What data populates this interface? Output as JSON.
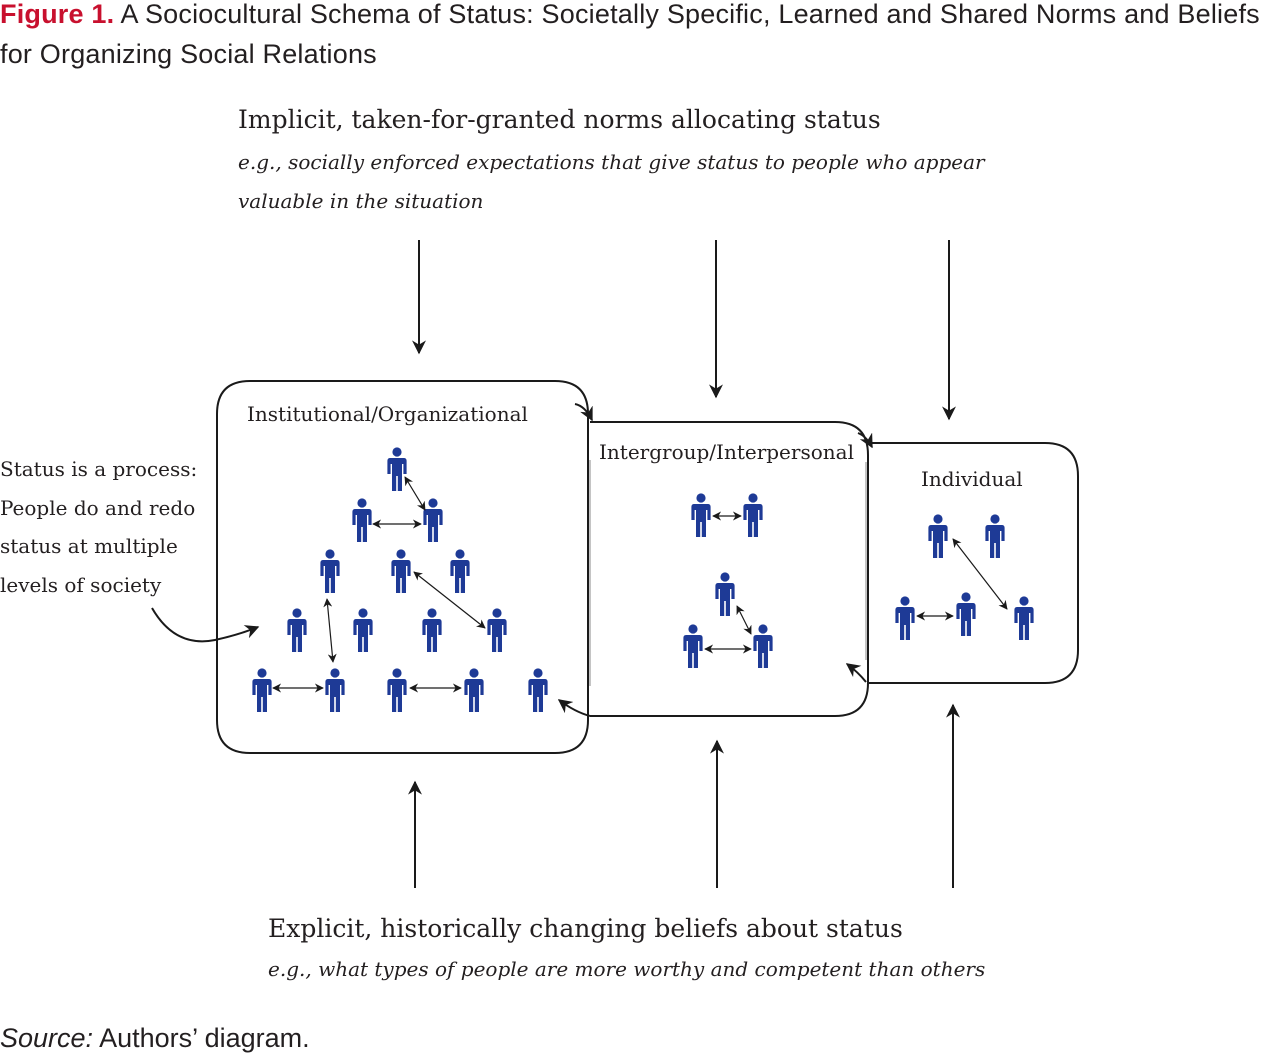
{
  "caption": {
    "label": "Figure 1.",
    "text": "A Sociocultural Schema of Status: Societally Specific, Learned and Shared Norms and Beliefs for Organizing Social Relations"
  },
  "norms": {
    "title": "Implicit, taken-for-granted norms allocating status",
    "example": "e.g., socially enforced expectations that give status to people who appear valuable in the situation"
  },
  "beliefs": {
    "title": "Explicit, historically changing beliefs about status",
    "example": "e.g., what types of people are more worthy and competent than others"
  },
  "process_note": "Status is a process: People do and redo status at multiple levels of society",
  "levels": {
    "institutional": "Institutional/Organizational",
    "intergroup": "Intergroup/Interpersonal",
    "individual": "Individual"
  },
  "source": {
    "label": "Source:",
    "text": "Authors’ diagram."
  },
  "colors": {
    "person": "#1e3a96",
    "line": "#1a1a1a",
    "accent": "#c8102e"
  },
  "icons": {
    "person": "person-icon",
    "arrow": "arrow-icon",
    "double_arrow": "double-headed-arrow-icon"
  }
}
